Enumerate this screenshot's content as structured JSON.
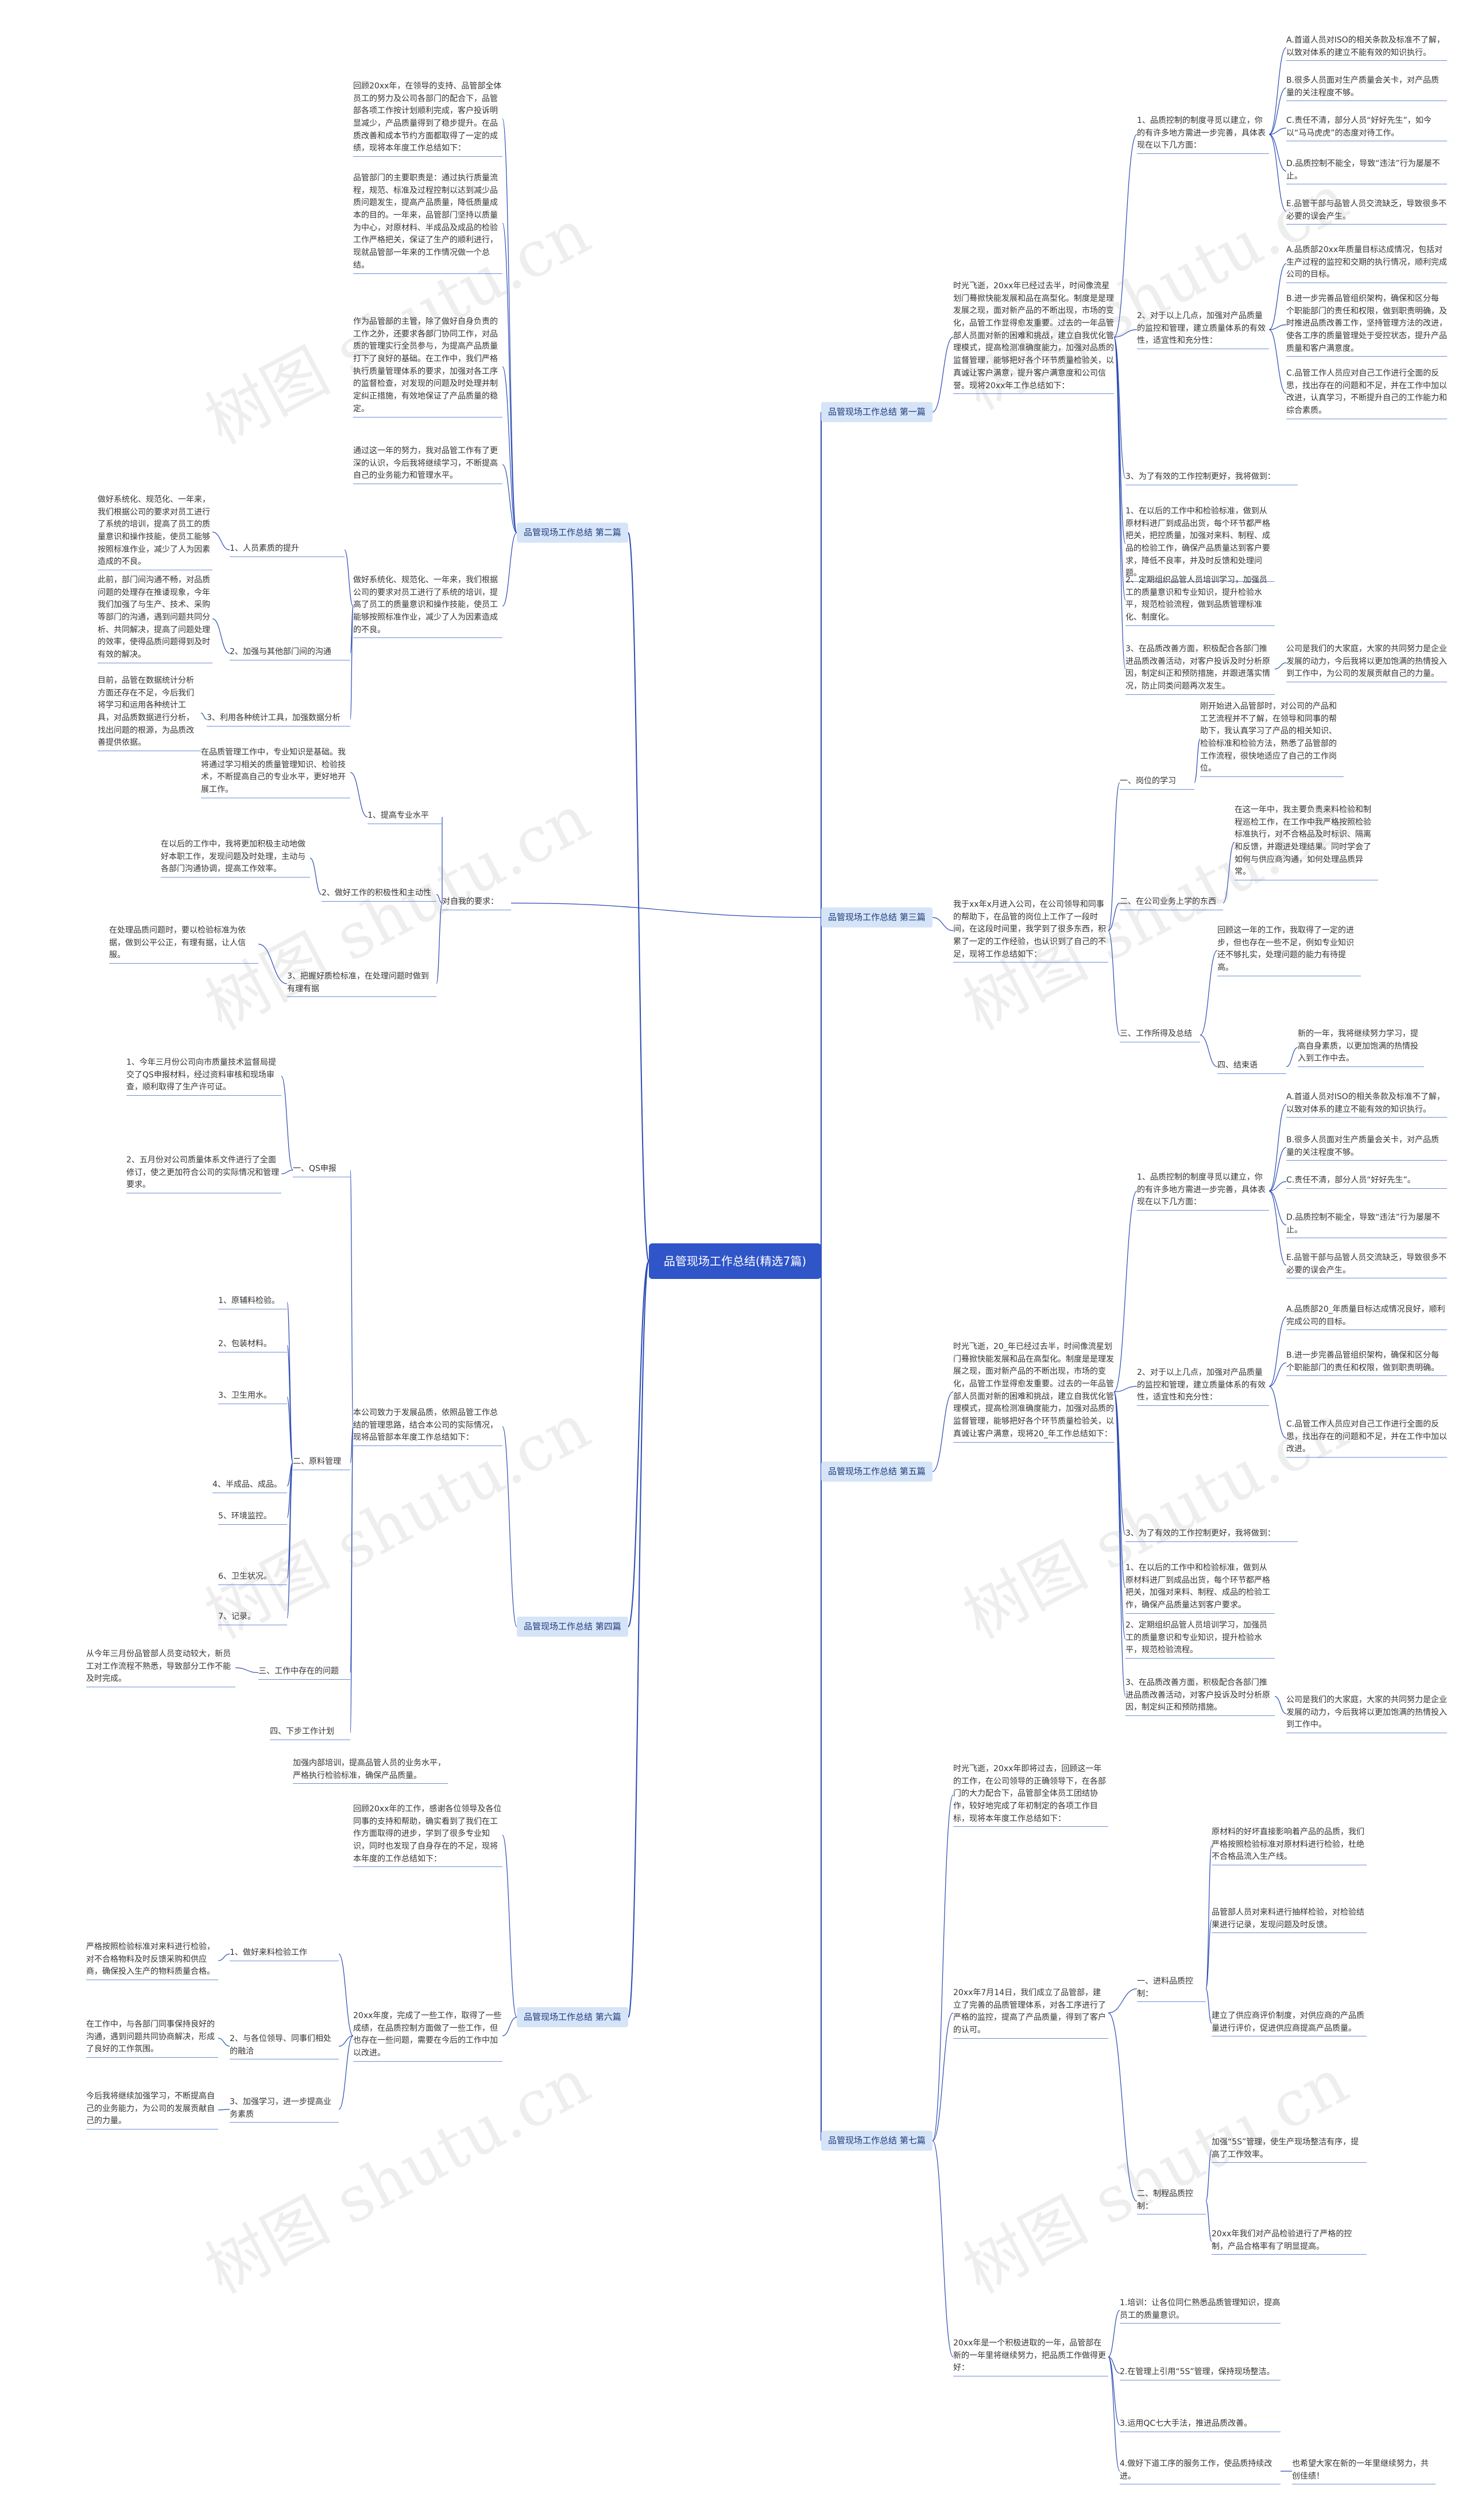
{
  "root": "品管现场工作总结(精选7篇)",
  "watermark": "树图 shutu.cn",
  "link_color": "#2b4bb3",
  "branches": [
    {
      "label": "品管现场工作总结 第一篇",
      "intro": "时光飞逝，20xx年已经过去半，时间像流星划门蓦掀快能发展和品在高型化。制度是是理发展之现，面对新产品的不断出现，市场的变化，品管工作显得愈发重要。过去的一年品管部人员面对新的困难和挑战，建立自我优化管理模式，提高检测准确度能力，加强对品质的监督管理，能够把好各个环节质量检验关，以真诚让客户满意，提升客户满意度和公司信誉。现将20xx年工作总结如下：",
      "items": [
        {
          "text": "1、品质控制的制度寻觅以建立，你的有许多地方需进一步完善，具体表现在以下几方面：",
          "subs": [
            "A.首道人员对ISO的相关条款及标准不了解，以致对体系的建立不能有效的知识执行。",
            "B.很多人员面对生产质量会关卡，对产品质量的关注程度不够。",
            "C.责任不清，部分人员“好好先生”，如今以“马马虎虎”的态度对待工作。",
            "D.品质控制不能全，导致“违法”行为屡屡不止。",
            "E.品管干部与品管人员交流缺乏，导致很多不必要的误会产生。"
          ]
        },
        {
          "text": "2、对于以上几点，加强对产品质量的监控和管理，建立质量体系的有效性，适宜性和充分性：",
          "subs": [
            "A.品质部20xx年质量目标达成情况，包括对生产过程的监控和交期的执行情况，顺利完成公司的目标。",
            "B.进一步完善品管组织架构，确保和区分每个职能部门的责任和权限，做到职责明确，及时推进品质改善工作，坚持管理方法的改进，使各工序的质量管理处于受控状态，提升产品质量和客户满意度。",
            "C.品管工作人员应对自己工作进行全面的反思，找出存在的问题和不足，并在工作中加以改进，认真学习，不断提升自己的工作能力和综合素质。"
          ]
        },
        {
          "text": "3、为了有效的工作控制更好，我将做到：",
          "subs": []
        },
        {
          "text": "1、在以后的工作中和检验标准，做到从原材料进厂到成品出货，每个环节都严格把关，把控质量，加强对来料、制程、成品的检验工作，确保产品质量达到客户要求，降低不良率，并及时反馈和处理问题。",
          "subs": []
        },
        {
          "text": "2、定期组织品管人员培训学习，加强员工的质量意识和专业知识，提升检验水平，规范检验流程，做到品质管理标准化、制度化。",
          "subs": []
        },
        {
          "text": "3、在品质改善方面，积极配合各部门推进品质改善活动，对客户投诉及时分析原因，制定纠正和预防措施，并跟进落实情况，防止同类问题再次发生。",
          "subs": [
            "公司是我们的大家庭，大家的共同努力是企业发展的动力，今后我将以更加饱满的热情投入到工作中，为公司的发展贡献自己的力量。"
          ]
        }
      ]
    },
    {
      "label": "品管现场工作总结 第二篇",
      "intro": "回顾20xx年，在领导的支持、品管部全体员工的努力及公司各部门的配合下，品管部各项工作按计划顺利完成，客户投诉明显减少，产品质量得到了稳步提升。在品质改善和成本节约方面都取得了一定的成绩，现将本年度工作总结如下：",
      "intro2": "品管部门的主要职责是：通过执行质量流程，规范、标准及过程控制以达到减少品质问题发生，提高产品质量，降低质量成本的目的。一年来，品管部门坚持以质量为中心，对原材料、半成品及成品的检验工作严格把关，保证了生产的顺利进行，现就品管部一年来的工作情况做一个总结。",
      "intro3": "作为品管部的主管，除了做好自身负责的工作之外，还要求各部门协同工作，对品质的管理实行全员参与，为提高产品质量打下了良好的基础。在工作中，我们严格执行质量管理体系的要求，加强对各工序的监督检查，对发现的问题及时处理并制定纠正措施，有效地保证了产品质量的稳定。",
      "intro4": "通过这一年的努力，我对品管工作有了更深的认识，今后我将继续学习，不断提高自己的业务能力和管理水平。",
      "sections": [
        {
          "text": "1、人员素质的提升",
          "detail": "做好系统化、规范化、一年来，我们根据公司的要求对员工进行了系统的培训，提高了员工的质量意识和操作技能，使员工能够按照标准作业，减少了人为因素造成的不良。"
        },
        {
          "text": "2、加强与其他部门间的沟通",
          "detail": "此前，部门间沟通不畅，对品质问题的处理存在推诿现象，今年我们加强了与生产、技术、采购等部门的沟通，遇到问题共同分析、共同解决，提高了问题处理的效率，使得品质问题得到及时有效的解决。"
        },
        {
          "text": "3、利用各种统计工具，加强数据分析",
          "detail": "目前，品管在数据统计分析方面还存在不足，今后我们将学习和运用各种统计工具，对品质数据进行分析，找出问题的根源，为品质改善提供依据。"
        }
      ]
    },
    {
      "label": "品管现场工作总结 第三篇",
      "intro": "我于xx年x月进入公司，在公司领导和同事的帮助下，在品管的岗位上工作了一段时间，在这段时间里，我学到了很多东西，积累了一定的工作经验，也认识到了自己的不足，现将工作总结如下：",
      "items": [
        {
          "text": "一、岗位的学习",
          "subs": [
            "刚开始进入品管部时，对公司的产品和工艺流程并不了解，在领导和同事的帮助下，我认真学习了产品的相关知识、检验标准和检验方法，熟悉了品管部的工作流程，很快地适应了自己的工作岗位。"
          ]
        },
        {
          "text": "二、在公司业务上学的东西",
          "subs": [
            "在这一年中，我主要负责来料检验和制程巡检工作，在工作中我严格按照检验标准执行，对不合格品及时标识、隔离和反馈，并跟进处理结果。同时学会了如何与供应商沟通，如何处理品质异常。"
          ]
        },
        {
          "text": "三、工作所得及总结",
          "subs": [
            "回顾这一年的工作，我取得了一定的进步，但也存在一些不足，例如专业知识还不够扎实，处理问题的能力有待提高。",
            "四、结束语",
            "新的一年，我将继续努力学习，提高自身素质，以更加饱满的热情投入到工作中去。"
          ]
        }
      ],
      "left_items": [
        {
          "text": "1、提高专业水平",
          "detail": "在品质管理工作中，专业知识是基础。我将通过学习相关的质量管理知识、检验技术，不断提高自己的专业水平，更好地开展工作。"
        },
        {
          "text": "2、做好工作的积极性和主动性",
          "detail": "在以后的工作中，我将更加积极主动地做好本职工作，发现问题及时处理，主动与各部门沟通协调，提高工作效率。"
        },
        {
          "text": "3、把握好质检标准，在处理问题时做到有理有据",
          "detail": "在处理品质问题时，要以检验标准为依据，做到公平公正，有理有据，让人信服。"
        }
      ],
      "left_intro": "对自我的要求："
    },
    {
      "label": "品管现场工作总结 第四篇",
      "intro": "本公司致力于发展品质，依照品管工作总结的管理思路，结合本公司的实际情况，现将品管部本年度工作总结如下：",
      "groups": [
        {
          "text": "一、QS申报",
          "subs": [
            "1、今年三月份公司向市质量技术监督局提交了QS申报材料，经过资料审核和现场审查，顺利取得了生产许可证。",
            "2、五月份对公司质量体系文件进行了全面修订，使之更加符合公司的实际情况和管理要求。"
          ]
        },
        {
          "text": "二、原料管理",
          "subs": [
            "1、原辅料检验。",
            "2、包装材料。",
            "3、卫生用水。",
            "4、半成品、成品。",
            "5、环境监控。",
            "6、卫生状况。",
            "7、记录。"
          ]
        },
        {
          "text": "三、工作中存在的问题",
          "subs": [
            "从今年三月份品管部人员变动较大，新员工对工作流程不熟悉，导致部分工作不能及时完成。"
          ]
        },
        {
          "text": "四、下步工作计划",
          "subs": [
            "加强内部培训，提高品管人员的业务水平，严格执行检验标准，确保产品质量。"
          ]
        }
      ]
    },
    {
      "label": "品管现场工作总结 第五篇",
      "intro": "时光飞逝，20_年已经过去半，时间像流星划门蓦掀快能发展和品在高型化。制度是是理发展之现，面对新产品的不断出现，市场的变化，品管工作显得愈发重要。过去的一年品管部人员面对新的困难和挑战，建立自我优化管理模式，提高检测准确度能力，加强对品质的监督管理，能够把好各个环节质量检验关，以真诚让客户满意，现将20_年工作总结如下：",
      "items": [
        {
          "text": "1、品质控制的制度寻觅以建立，你的有许多地方需进一步完善，具体表现在以下几方面：",
          "subs": [
            "A.首道人员对ISO的相关条款及标准不了解，以致对体系的建立不能有效的知识执行。",
            "B.很多人员面对生产质量会关卡，对产品质量的关注程度不够。",
            "C.责任不清，部分人员“好好先生”。",
            "D.品质控制不能全，导致“违法”行为屡屡不止。",
            "E.品管干部与品管人员交流缺乏，导致很多不必要的误会产生。"
          ]
        },
        {
          "text": "2、对于以上几点，加强对产品质量的监控和管理，建立质量体系的有效性，适宜性和充分性：",
          "subs": [
            "A.品质部20_年质量目标达成情况良好，顺利完成公司的目标。",
            "B.进一步完善品管组织架构，确保和区分每个职能部门的责任和权限，做到职责明确。",
            "C.品管工作人员应对自己工作进行全面的反思，找出存在的问题和不足，并在工作中加以改进。"
          ]
        },
        {
          "text": "3、为了有效的工作控制更好，我将做到：",
          "subs": []
        },
        {
          "text": "1、在以后的工作中和检验标准，做到从原材料进厂到成品出货，每个环节都严格把关，加强对来料、制程、成品的检验工作，确保产品质量达到客户要求。",
          "subs": []
        },
        {
          "text": "2、定期组织品管人员培训学习，加强员工的质量意识和专业知识，提升检验水平，规范检验流程。",
          "subs": []
        },
        {
          "text": "3、在品质改善方面，积极配合各部门推进品质改善活动，对客户投诉及时分析原因，制定纠正和预防措施。",
          "subs": [
            "公司是我们的大家庭，大家的共同努力是企业发展的动力，今后我将以更加饱满的热情投入到工作中。"
          ]
        }
      ]
    },
    {
      "label": "品管现场工作总结 第六篇",
      "intro": "回顾20xx年的工作，感谢各位领导及各位同事的支持和帮助，确实看到了我们在工作方面取得的进步，学到了很多专业知识，同时也发现了自身存在的不足，现将本年度的工作总结如下：",
      "sub_intro": "20xx年度，完成了一些工作，取得了一些成绩，在品质控制方面做了一些工作，但也存在一些问题，需要在今后的工作中加以改进。",
      "items": [
        {
          "text": "1、做好来料检验工作",
          "detail": "严格按照检验标准对来料进行检验，对不合格物料及时反馈采购和供应商，确保投入生产的物料质量合格。"
        },
        {
          "text": "2、与各位领导、同事们相处的融洽",
          "detail": "在工作中，与各部门同事保持良好的沟通，遇到问题共同协商解决，形成了良好的工作氛围。"
        },
        {
          "text": "3、加强学习，进一步提高业务素质",
          "detail": "今后我将继续加强学习，不断提高自己的业务能力，为公司的发展贡献自己的力量。"
        }
      ]
    },
    {
      "label": "品管现场工作总结 第七篇",
      "intro": "时光飞逝，20xx年即将过去，回顾这一年的工作，在公司领导的正确领导下，在各部门的大力配合下，品管部全体员工团结协作，较好地完成了年初制定的各项工作目标，现将本年度工作总结如下：",
      "intro2": "20xx年7月14日，我们成立了品管部，建立了完善的品质管理体系，对各工序进行了严格的监控，提高了产品质量，得到了客户的认可。",
      "groups": [
        {
          "text": "一、进料品质控制：",
          "subs": [
            "原材料的好坏直接影响着产品的品质，我们严格按照检验标准对原材料进行检验，杜绝不合格品流入生产线。",
            "品管部人员对来料进行抽样检验，对检验结果进行记录，发现问题及时反馈。",
            "建立了供应商评价制度，对供应商的产品质量进行评价，促进供应商提高产品质量。"
          ]
        },
        {
          "text": "二、制程品质控制：",
          "subs": [
            "加强“5S”管理，使生产现场整洁有序，提高了工作效率。",
            "20xx年我们对产品检验进行了严格的控制，产品合格率有了明显提高。"
          ]
        }
      ],
      "plan_intro": "20xx年是一个积极进取的一年，品管部在新的一年里将继续努力，把品质工作做得更好：",
      "plans": [
        {
          "text": "1.培训：让各位同仁熟悉品质管理知识，提高员工的质量意识。",
          "sub": ""
        },
        {
          "text": "2.在管理上引用“5S”管理，保持现场整洁。",
          "sub": ""
        },
        {
          "text": "3.运用QC七大手法，推进品质改善。",
          "sub": ""
        },
        {
          "text": "4.做好下道工序的服务工作，使品质持续改进。",
          "sub": "也希望大家在新的一年里继续努力，共创佳绩！"
        }
      ]
    }
  ]
}
